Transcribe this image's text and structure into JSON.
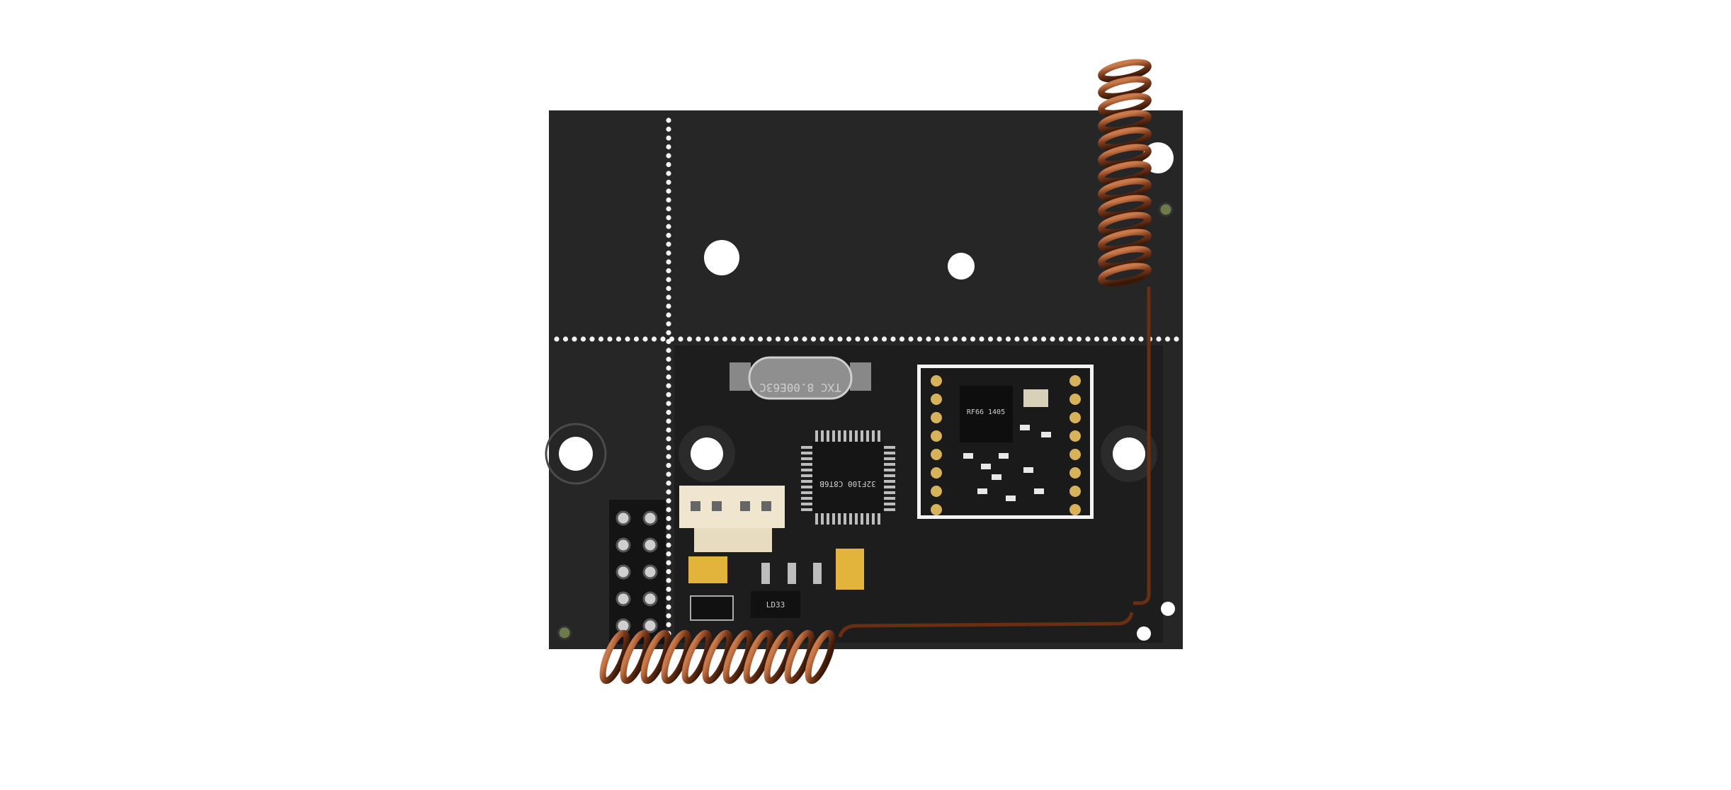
{
  "image": {
    "subject": "pcb-module-with-coil-antennas",
    "colors": {
      "background": "#ffffff",
      "board": "#262626",
      "silkscreen_dots": "#f2f2f2",
      "copper_coil": "#7a3a1c",
      "connector": "#f0e6d0",
      "tantalum_cap": "#e2b43c"
    },
    "markings": {
      "crystal": [
        "TXC",
        "8.00E63C"
      ],
      "mcu": [
        "32F100",
        "C8T6B"
      ],
      "rf_module": [
        "RF66",
        "1405"
      ],
      "regulator": "LD33"
    }
  }
}
